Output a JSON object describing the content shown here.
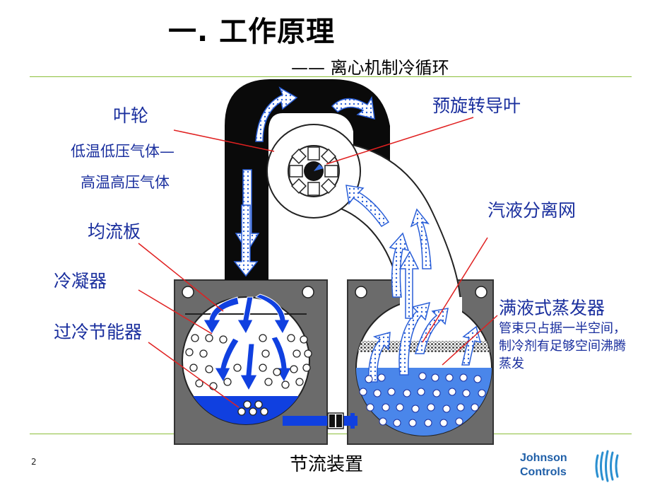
{
  "slide": {
    "title": "一. 工作原理",
    "subtitle": "——  离心机制冷循环",
    "page_number": "2"
  },
  "labels": {
    "impeller": "叶轮",
    "impeller_desc_1": "低温低压气体—",
    "impeller_desc_2": "高温高压气体",
    "baffle": "均流板",
    "condenser": "冷凝器",
    "subcooler": "过冷节能器",
    "prerotation_vanes": "预旋转导叶",
    "eliminator": "汽液分离网",
    "evaporator": "满液式蒸发器",
    "evaporator_note": "管束只占据一半空间，制冷剂有足够空间沸腾蒸发",
    "throttle": "节流装置"
  },
  "logo": {
    "line1": "Johnson",
    "line2": "Controls"
  },
  "colors": {
    "label_blue": "#1a2f9e",
    "refrigerant_blue": "#1040e0",
    "shell_gray": "#6b6b6b",
    "rule_green": "#8cbf3a",
    "pointer_red": "#e02020"
  }
}
